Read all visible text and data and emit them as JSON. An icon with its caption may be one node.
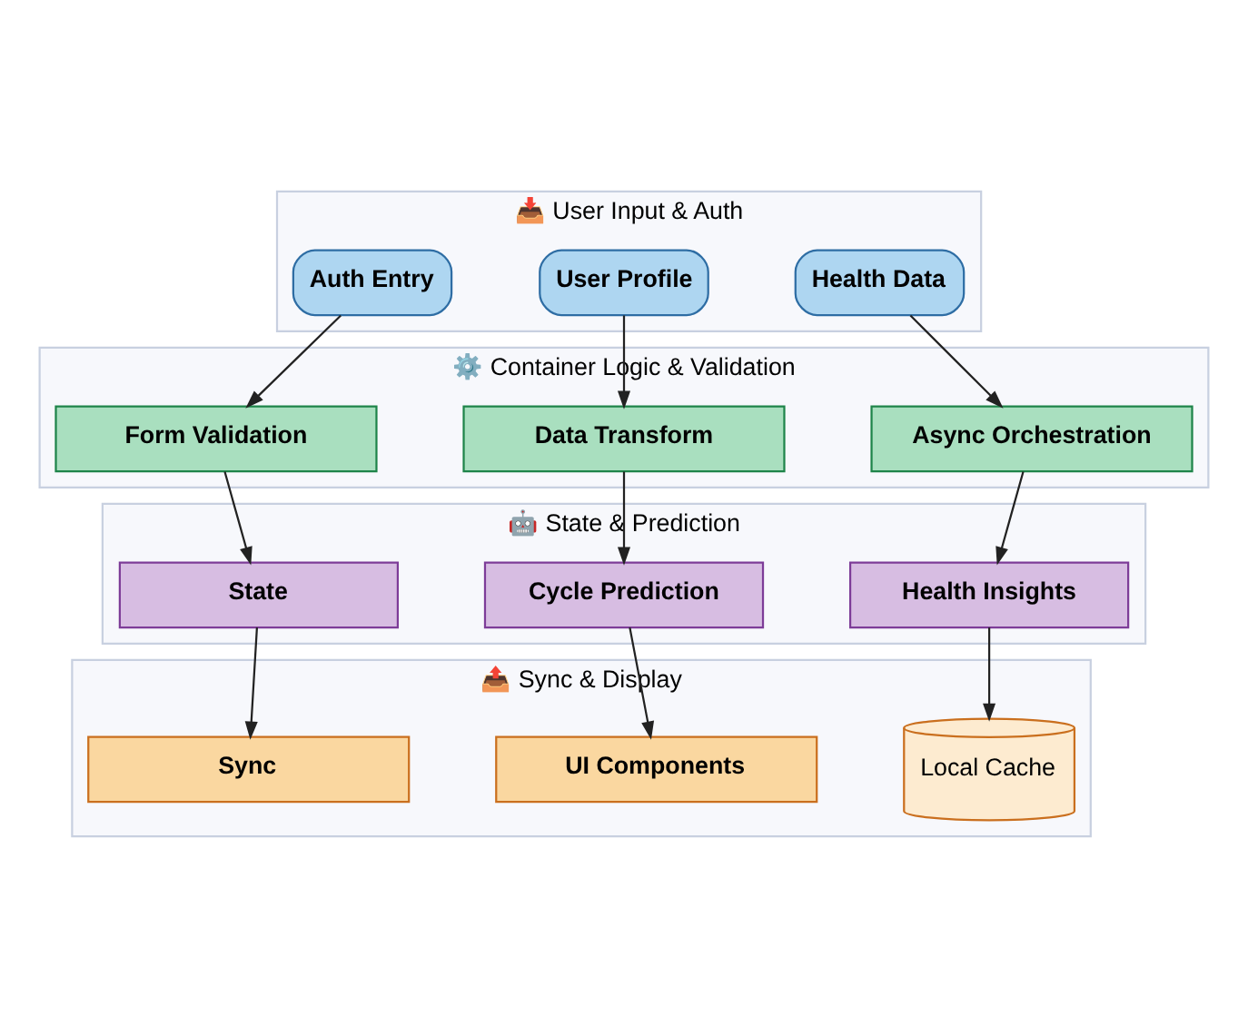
{
  "diagram": {
    "nodes": [
      {
        "text": [
          "📥 User Input & Auth"
        ]
      },
      {
        "text": [
          "Auth Entry"
        ],
        "in": 0
      },
      {
        "text": [
          "User Profile"
        ],
        "in": 0
      },
      {
        "text": [
          "Health Data"
        ],
        "in": 0
      },
      {
        "text": [
          "⚙️ Container Logic & Validation"
        ]
      },
      {
        "text": [
          "Form Validation"
        ],
        "in": 4
      },
      {
        "text": [
          "Data Transform"
        ],
        "in": 4
      },
      {
        "text": [
          "Async Orchestration"
        ],
        "in": 4
      },
      {
        "text": [
          "🤖 State & Prediction"
        ]
      },
      {
        "text": [
          "State"
        ],
        "in": 8
      },
      {
        "text": [
          "Cycle Prediction"
        ],
        "in": 8
      },
      {
        "text": [
          "Health Insights"
        ],
        "in": 8
      },
      {
        "text": [
          "📤 Sync & Display"
        ]
      },
      {
        "text": [
          "Sync"
        ],
        "in": 12
      },
      {
        "text": [
          "UI Components"
        ],
        "in": 12
      },
      {
        "text": [
          "Local Cache"
        ],
        "in": 12
      }
    ],
    "edges": [
      {
        "from": 1,
        "to": 5,
        "arrow": "to"
      },
      {
        "from": 2,
        "to": 6,
        "arrow": "to"
      },
      {
        "from": 3,
        "to": 7,
        "arrow": "to"
      },
      {
        "from": 5,
        "to": 9,
        "arrow": "to"
      },
      {
        "from": 6,
        "to": 10,
        "arrow": "to"
      },
      {
        "from": 7,
        "to": 11,
        "arrow": "to"
      },
      {
        "from": 9,
        "to": 13,
        "arrow": "to"
      },
      {
        "from": 10,
        "to": 14,
        "arrow": "to"
      },
      {
        "from": 11,
        "to": 15,
        "arrow": "to"
      }
    ]
  }
}
